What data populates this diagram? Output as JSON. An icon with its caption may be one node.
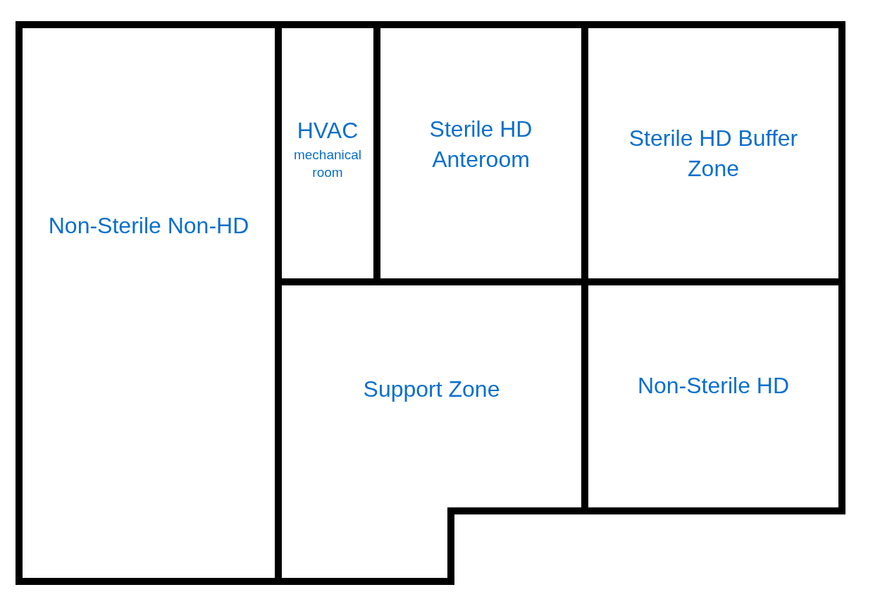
{
  "diagram": {
    "nodes": [
      {
        "text": [
          "Non-Sterile Non-HD"
        ]
      },
      {
        "text": [
          "HVAC",
          "mechanical room"
        ]
      },
      {
        "text": [
          "Sterile HD Anteroom"
        ]
      },
      {
        "text": [
          "Sterile HD Buffer Zone"
        ]
      },
      {
        "text": [
          "Support Zone"
        ]
      },
      {
        "text": [
          "Non-Sterile HD"
        ]
      }
    ]
  }
}
